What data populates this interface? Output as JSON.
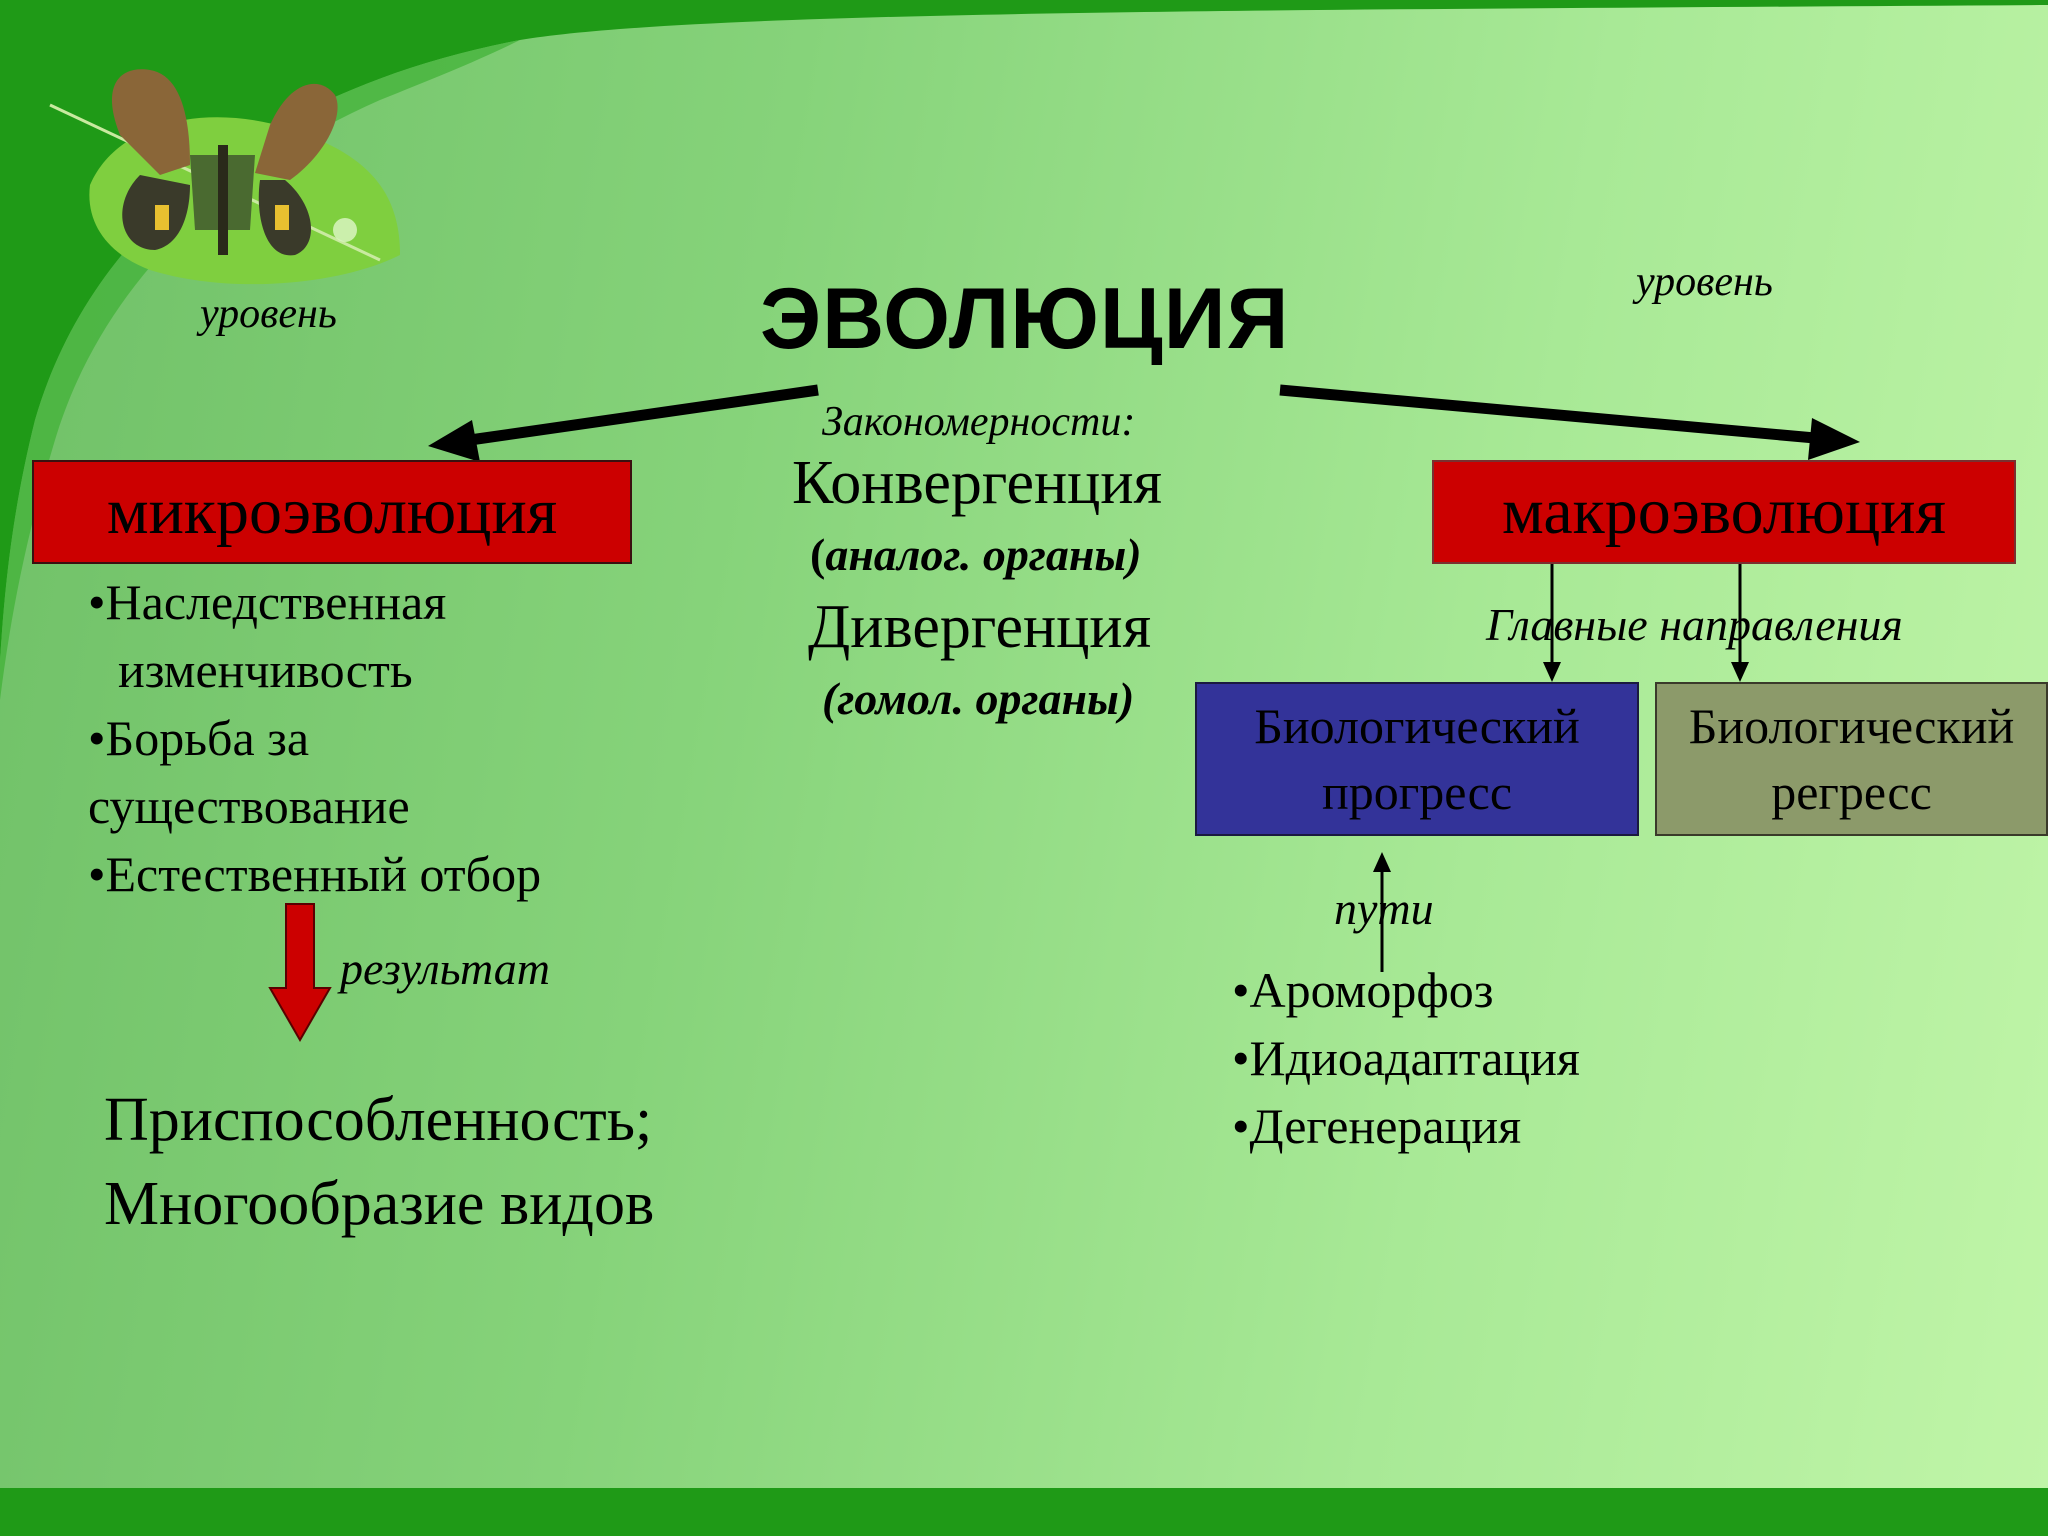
{
  "title": "ЭВОЛЮЦИЯ",
  "level_left": "уровень",
  "level_right": "уровень",
  "center": {
    "heading": "Закономерности:",
    "convergence": "Конвергенция",
    "convergence_note_open": "(",
    "convergence_note": "аналог. органы)",
    "divergence": "Дивергенция",
    "divergence_note": "(гомол. органы)"
  },
  "micro": {
    "label": "микроэволюция",
    "factors": [
      "Наследственная",
      "изменчивость",
      "Борьба за",
      "существование",
      "Естественный отбор"
    ],
    "result_label": "результат",
    "results": [
      "Приспособленность;",
      "Многообразие видов"
    ]
  },
  "macro": {
    "label": "макроэволюция",
    "directions_label": "Главные направления",
    "progress": [
      "Биологический",
      "прогресс"
    ],
    "regress": [
      "Биологический",
      "регресс"
    ],
    "paths_label": "пути",
    "paths": [
      "Ароморфоз",
      "Идиоадаптация",
      "Дегенерация"
    ]
  },
  "colors": {
    "red_box": "#cc0000",
    "blue_box": "#333399",
    "olive_box": "#8c9a6a",
    "dark_green": "#1f9a17",
    "arrow_red": "#cc0000"
  }
}
